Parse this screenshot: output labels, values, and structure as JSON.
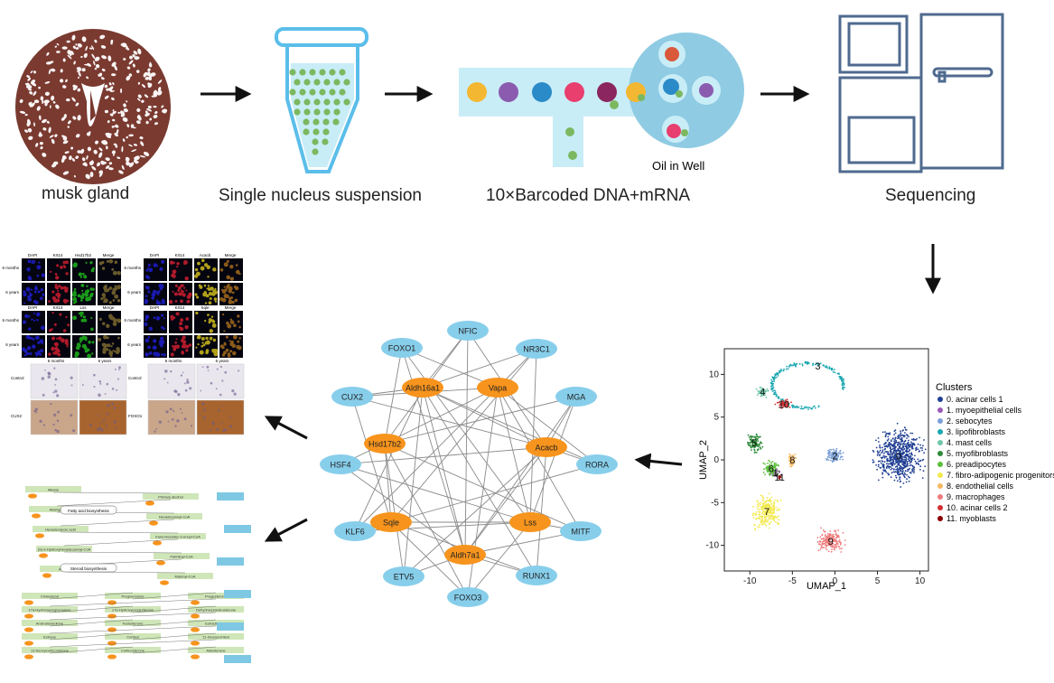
{
  "steps": {
    "musk_gland": "musk gland",
    "suspension": "Single nucleus suspension",
    "barcoding": "10×Barcoded DNA+mRNA",
    "oil_in_well": "Oil in Well",
    "sequencing": "Sequencing"
  },
  "network": {
    "tfs": [
      "NFIC",
      "NR3C1",
      "MGA",
      "RORA",
      "MITF",
      "RUNX1",
      "FOXO3",
      "ETV5",
      "KLF6",
      "HSF4",
      "CUX2",
      "FOXO1"
    ],
    "genes": [
      "Aldh16a1",
      "Vapa",
      "Hsd17b2",
      "Acacb",
      "Sqle",
      "Lss",
      "Aldh7a1"
    ],
    "tf_color": "#87CEEB",
    "gene_color": "#F7941D"
  },
  "chart_data": {
    "type": "scatter",
    "xlabel": "UMAP_1",
    "ylabel": "UMAP_2",
    "xlim": [
      -13,
      11
    ],
    "ylim": [
      -13,
      13
    ],
    "xticks": [
      -10,
      -5,
      0,
      5,
      10
    ],
    "yticks": [
      -10,
      -5,
      0,
      5,
      10
    ],
    "legend_title": "Clusters",
    "legend_position": "right",
    "series": [
      {
        "name": "0. acinar cells 1",
        "color": "#1F3F94",
        "label": "0",
        "center": [
          7.5,
          0.5
        ]
      },
      {
        "name": "1. myoepithelial cells",
        "color": "#9B59B6",
        "label": "1",
        "center": [
          -7,
          -1.5
        ]
      },
      {
        "name": "2. sebocytes",
        "color": "#7B9FD8",
        "label": "2",
        "center": [
          0,
          0.5
        ]
      },
      {
        "name": "3. lipofibroblasts",
        "color": "#1AA7B0",
        "label": "3",
        "center": [
          -2,
          11
        ]
      },
      {
        "name": "4. mast cells",
        "color": "#6FC8A8",
        "label": "4",
        "center": [
          -8.5,
          8
        ]
      },
      {
        "name": "5. myofibroblasts",
        "color": "#2E8B3A",
        "label": "5",
        "center": [
          -9.5,
          2
        ]
      },
      {
        "name": "6. preadipocytes",
        "color": "#5BBF3A",
        "label": "6",
        "center": [
          -7.5,
          -1
        ]
      },
      {
        "name": "7. fibro-adipogenic progenitors",
        "color": "#F2E94E",
        "label": "7",
        "center": [
          -8,
          -6
        ]
      },
      {
        "name": "8. endothelial cells",
        "color": "#F5B760",
        "label": "8",
        "center": [
          -5,
          0
        ]
      },
      {
        "name": "9. macrophages",
        "color": "#F07B7B",
        "label": "9",
        "center": [
          -0.5,
          -9.5
        ]
      },
      {
        "name": "10. acinar cells 2",
        "color": "#D32F2F",
        "label": "10",
        "center": [
          -6,
          6.5
        ]
      },
      {
        "name": "11. myoblasts",
        "color": "#8B0000",
        "label": "11",
        "center": [
          -6.5,
          -2
        ]
      }
    ]
  },
  "panels": {
    "if_headers": [
      "DAPI",
      "Krt14",
      "Hsd17b2",
      "Merge"
    ],
    "if_headers_b": [
      "DAPI",
      "Krt14",
      "Acacb",
      "Merge"
    ],
    "if_headers_c": [
      "DAPI",
      "Krt14",
      "Lss",
      "Merge"
    ],
    "if_headers_d": [
      "DAPI",
      "Krt14",
      "Sqle",
      "Merge"
    ],
    "row_6m": "6 months",
    "row_6y": "6 years",
    "ihc_cols": [
      "6 months",
      "6 years"
    ],
    "ihc_rows_left": [
      "Control",
      "CUX2"
    ],
    "ihc_rows_right": [
      "Control",
      "FOXO1"
    ],
    "path_title_1": "Steroid biosynthesis",
    "path_title_2": "Fatty acid biosynthesis",
    "path_nodes": [
      "Alkane",
      "Primary alcohol",
      "Aldehyde",
      "Hexadecanoyl-CoA",
      "Hexadecanoic acid",
      "trans-Hexadec-2-enoyl-CoA",
      "(S)-3-Hydroxyhexadecanoyl-CoA",
      "Palmitoyl-CoA",
      "Acetyl-CoA",
      "Malonyl-CoA",
      "Cholesterol",
      "Pregnenolone",
      "Progesterone",
      "17a-Hydroxypregnenolone",
      "17a-Hydroxyprogesterone",
      "Dehydroepiandrosterone",
      "Androstenedione",
      "Testosterone",
      "Estradiol-17b",
      "Estrone",
      "Cortisol",
      "11-Deoxycortisol",
      "11-Deoxycorticosterone",
      "Corticosterone",
      "Aldosterone"
    ]
  }
}
